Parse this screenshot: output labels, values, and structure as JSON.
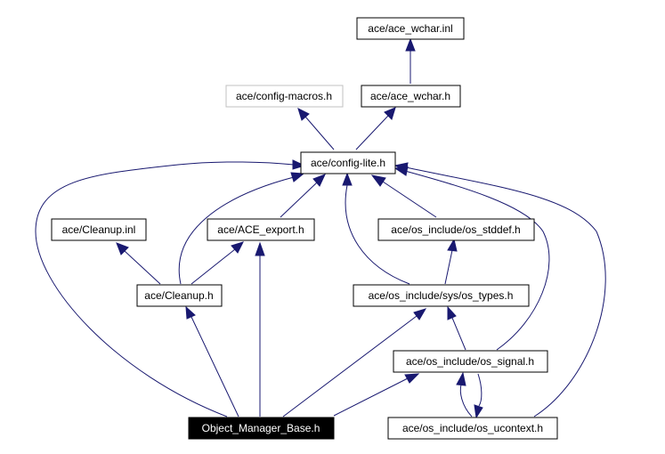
{
  "nodes": {
    "ace_wchar_inl": "ace/ace_wchar.inl",
    "config_macros": "ace/config-macros.h",
    "ace_wchar_h": "ace/ace_wchar.h",
    "config_lite": "ace/config-lite.h",
    "cleanup_inl": "ace/Cleanup.inl",
    "ace_export": "ace/ACE_export.h",
    "os_stddef": "ace/os_include/os_stddef.h",
    "cleanup_h": "ace/Cleanup.h",
    "os_types": "ace/os_include/sys/os_types.h",
    "os_signal": "ace/os_include/os_signal.h",
    "object_manager_base": "Object_Manager_Base.h",
    "os_ucontext": "ace/os_include/os_ucontext.h"
  },
  "colors": {
    "edge": "#191970",
    "node_border": "#000000",
    "external_node_border": "#c0c0c0",
    "root_fill": "#000000",
    "root_text": "#ffffff"
  }
}
